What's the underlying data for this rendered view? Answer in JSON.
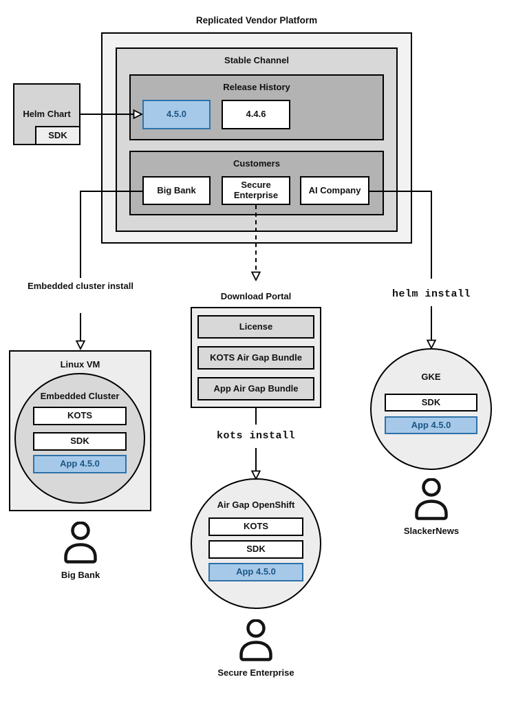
{
  "title": "Replicated Vendor Platform",
  "platform": {
    "stable_channel_title": "Stable Channel",
    "release_history": {
      "title": "Release History",
      "current_release": "4.5.0",
      "previous_release": "4.4.6"
    },
    "customers": {
      "title": "Customers",
      "big_bank": "Big Bank",
      "secure_enterprise": "Secure Enterprise",
      "ai_company": "AI Company"
    }
  },
  "helm_chart": {
    "label": "Helm Chart",
    "sdk": "SDK"
  },
  "big_bank_flow": {
    "install_method": "Embedded cluster install",
    "vm_title": "Linux VM",
    "cluster_title": "Embedded Cluster",
    "kots": "KOTS",
    "sdk": "SDK",
    "app": "App 4.5.0",
    "user": "Big Bank"
  },
  "secure_enterprise_flow": {
    "portal_title": "Download Portal",
    "license": "License",
    "kots_bundle": "KOTS Air Gap Bundle",
    "app_bundle": "App Air Gap Bundle",
    "install_command": "kots install",
    "cluster_title": "Air Gap OpenShift",
    "kots": "KOTS",
    "sdk": "SDK",
    "app": "App 4.5.0",
    "user": "Secure Enterprise"
  },
  "ai_company_flow": {
    "install_command": "helm install",
    "cluster_title": "GKE",
    "sdk": "SDK",
    "app": "App 4.5.0",
    "user": "SlackerNews"
  },
  "colors": {
    "highlight_fill": "#a7c9e9",
    "highlight_border": "#2d71a9",
    "highlight_text": "#1a5784",
    "panel_lightest": "#f2f2f2",
    "panel_light": "#ededed",
    "panel_mid": "#d8d8d8",
    "panel_dark": "#b3b3b3",
    "line": "#000000"
  }
}
